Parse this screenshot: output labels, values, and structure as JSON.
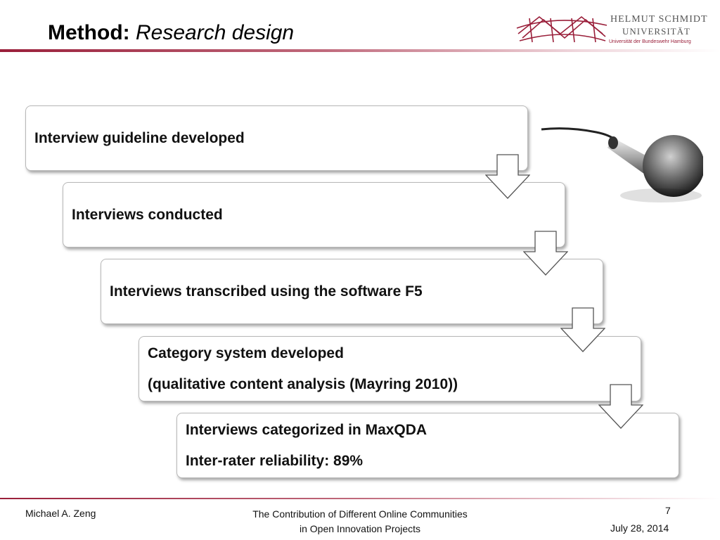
{
  "title": {
    "bold": "Method:",
    "italic": "Research design"
  },
  "logo": {
    "line1": "HELMUT SCHMIDT",
    "line2": "UNIVERSITÄT",
    "line3": "Universität der Bundeswehr Hamburg",
    "brand_color": "#9a1f3a"
  },
  "steps": [
    {
      "lines": [
        "Interview guideline developed"
      ]
    },
    {
      "lines": [
        "Interviews conducted"
      ]
    },
    {
      "lines": [
        "Interviews transcribed using the software F5"
      ]
    },
    {
      "lines": [
        "Category system developed",
        "(qualitative content analysis (Mayring 2010))"
      ]
    },
    {
      "lines": [
        "Interviews categorized in MaxQDA",
        "Inter-rater reliability: 89%"
      ]
    }
  ],
  "image": {
    "icon": "microphone-icon"
  },
  "footer": {
    "author": "Michael A. Zeng",
    "title_line1": "The Contribution of Different Online Communities",
    "title_line2": "in Open Innovation Projects",
    "page": "7",
    "date": "July 28, 2014"
  }
}
